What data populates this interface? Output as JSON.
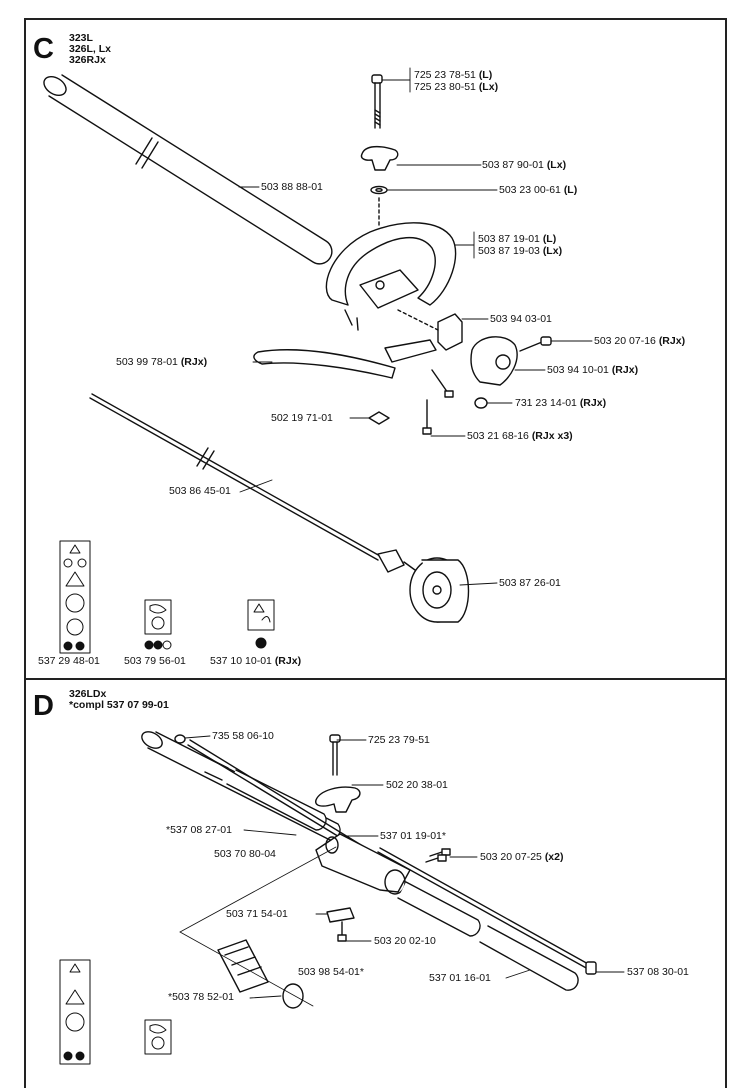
{
  "section_c": {
    "letter": "C",
    "models": [
      "323L",
      "326L, Lx",
      "326RJx"
    ],
    "parts": [
      {
        "id": "p1a",
        "pn": "725 23 78-51",
        "suffix": "(L)"
      },
      {
        "id": "p1b",
        "pn": "725 23 80-51",
        "suffix": "(Lx)"
      },
      {
        "id": "p2",
        "pn": "503 87 90-01",
        "suffix": "(Lx)"
      },
      {
        "id": "p3",
        "pn": "503 88 88-01",
        "suffix": ""
      },
      {
        "id": "p4",
        "pn": "503 23 00-61",
        "suffix": "(L)"
      },
      {
        "id": "p5a",
        "pn": "503 87 19-01",
        "suffix": "(L)"
      },
      {
        "id": "p5b",
        "pn": "503 87 19-03",
        "suffix": "(Lx)"
      },
      {
        "id": "p6",
        "pn": "503 94 03-01",
        "suffix": ""
      },
      {
        "id": "p7",
        "pn": "503 20 07-16",
        "suffix": "(RJx)"
      },
      {
        "id": "p8",
        "pn": "503 99 78-01",
        "suffix": "(RJx)"
      },
      {
        "id": "p9",
        "pn": "503 94 10-01",
        "suffix": "(RJx)"
      },
      {
        "id": "p10",
        "pn": "731 23 14-01",
        "suffix": "(RJx)"
      },
      {
        "id": "p11",
        "pn": "502 19 71-01",
        "suffix": ""
      },
      {
        "id": "p12",
        "pn": "503 21 68-16",
        "suffix": "(RJx x3)"
      },
      {
        "id": "p13",
        "pn": "503 86 45-01",
        "suffix": ""
      },
      {
        "id": "p14",
        "pn": "503 87 26-01",
        "suffix": ""
      },
      {
        "id": "p15",
        "pn": "537 29 48-01",
        "suffix": ""
      },
      {
        "id": "p16",
        "pn": "503 79 56-01",
        "suffix": ""
      },
      {
        "id": "p17",
        "pn": "537 10 10-01",
        "suffix": "(RJx)"
      }
    ]
  },
  "section_d": {
    "letter": "D",
    "models": [
      "326LDx",
      "*compl 537 07 99-01"
    ],
    "parts": [
      {
        "id": "d1",
        "pn": "735 58 06-10",
        "suffix": ""
      },
      {
        "id": "d2",
        "pn": "725 23 79-51",
        "suffix": ""
      },
      {
        "id": "d3",
        "pn": "502 20 38-01",
        "suffix": ""
      },
      {
        "id": "d4",
        "pn": "*537 08 27-01",
        "suffix": ""
      },
      {
        "id": "d5",
        "pn": "537 01 19-01*",
        "suffix": ""
      },
      {
        "id": "d6",
        "pn": "503 70 80-04",
        "suffix": ""
      },
      {
        "id": "d7",
        "pn": "503 20 07-25",
        "suffix": "(x2)"
      },
      {
        "id": "d8",
        "pn": "503 71 54-01",
        "suffix": ""
      },
      {
        "id": "d9",
        "pn": "503 20 02-10",
        "suffix": ""
      },
      {
        "id": "d10",
        "pn": "503 98 54-01*",
        "suffix": ""
      },
      {
        "id": "d11",
        "pn": "537 01 16-01",
        "suffix": ""
      },
      {
        "id": "d12",
        "pn": "537 08 30-01",
        "suffix": ""
      },
      {
        "id": "d13",
        "pn": "*503 78 52-01",
        "suffix": ""
      }
    ]
  }
}
